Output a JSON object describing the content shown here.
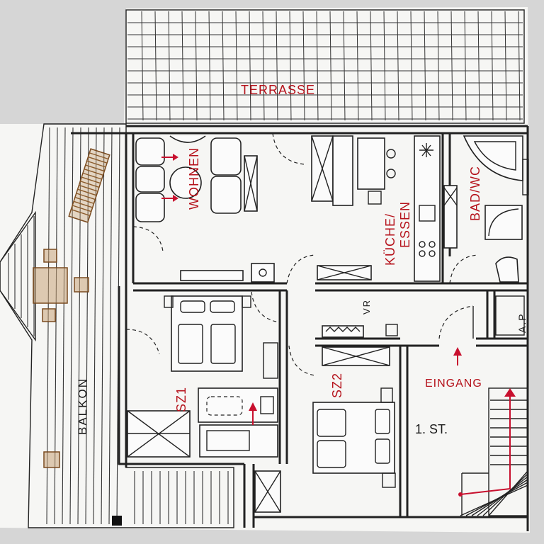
{
  "labels": {
    "terrasse": "TERRASSE",
    "wohnen": "WOHNEN",
    "kueche": "KÜCHE/",
    "essen": "ESSEN",
    "bad": "BAD/WC",
    "vr": "VR",
    "ap": "A.P",
    "sz1": "SZ1",
    "sz2": "SZ2",
    "eingang": "EINGANG",
    "stock": "1. ST.",
    "balkon": "BALKON"
  },
  "colors": {
    "paper": "#f7f7f5",
    "ink": "#222222",
    "room_label": "#b5121b",
    "wood": "#c9a47a"
  }
}
